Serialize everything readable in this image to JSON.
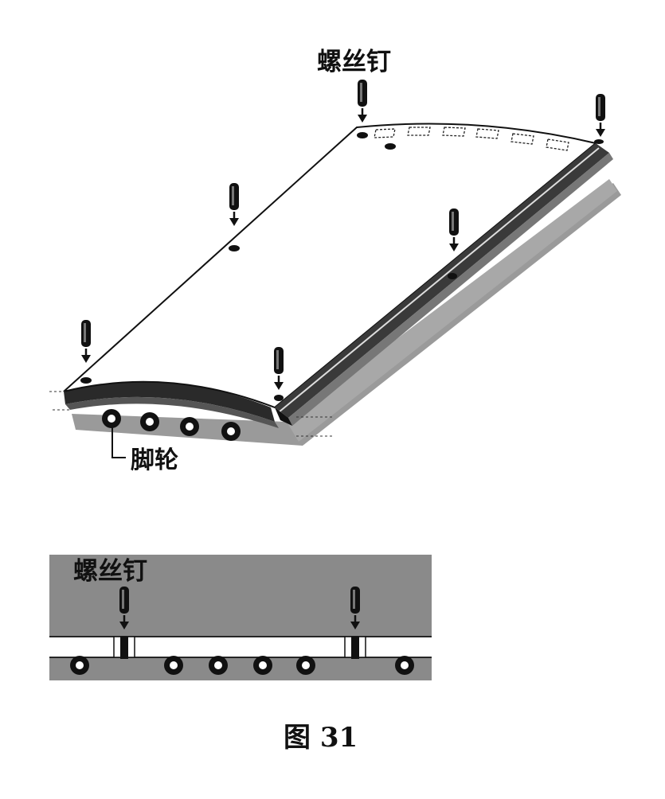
{
  "labels": {
    "screw_top": "螺丝钉",
    "caster": "脚轮",
    "screw_bottom": "螺丝钉"
  },
  "caption": "图 31",
  "colors": {
    "ink": "#111111",
    "panel_gray": "#8a8a8a",
    "shadow_gray": "#9a9a9a",
    "board_white": "#ffffff"
  }
}
